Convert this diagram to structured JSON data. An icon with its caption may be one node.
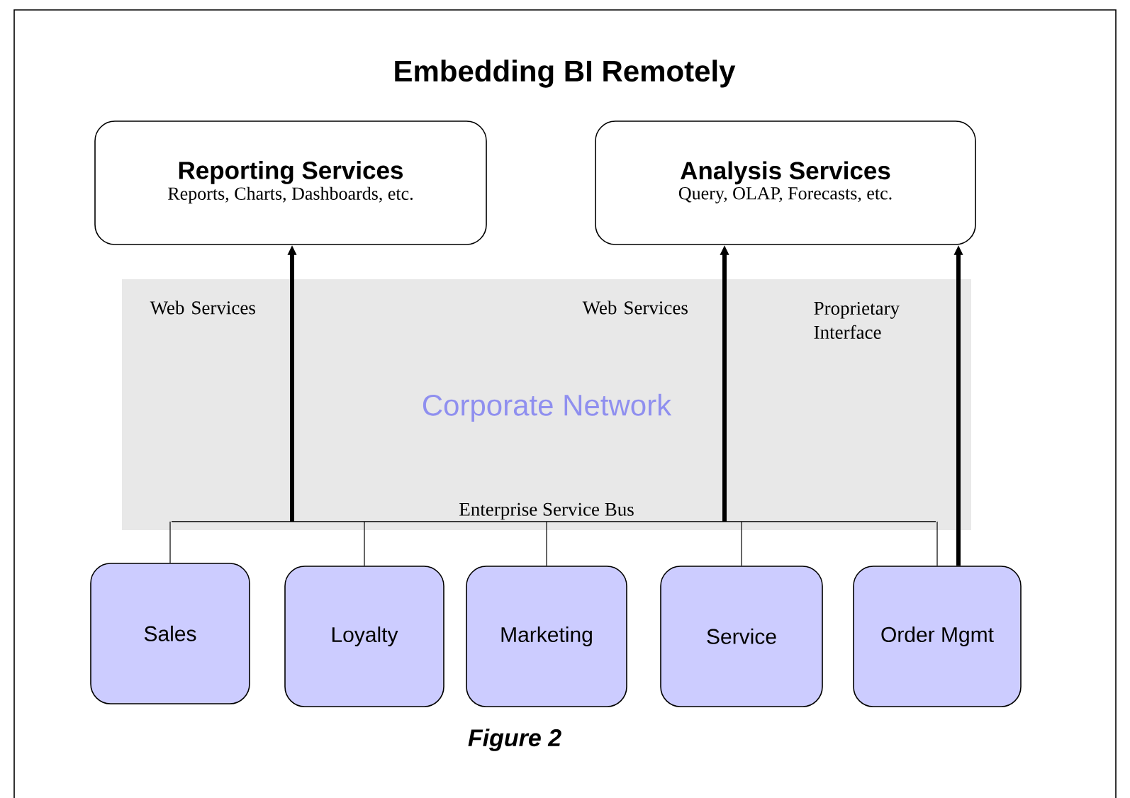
{
  "diagram": {
    "title": "Embedding BI Remotely",
    "caption": "Figure 2",
    "nodes": [
      {
        "text": [
          "Reporting Services",
          "Reports, Charts, Dashboards, etc."
        ]
      },
      {
        "text": [
          "Analysis Services",
          "Query, OLAP, Forecasts, etc."
        ]
      },
      {
        "text": [
          "Corporate Network"
        ]
      },
      {
        "text": [
          "Enterprise Service Bus"
        ],
        "in": 2
      },
      {
        "text": [
          "Sales"
        ]
      },
      {
        "text": [
          "Loyalty"
        ]
      },
      {
        "text": [
          "Marketing"
        ]
      },
      {
        "text": [
          "Service"
        ]
      },
      {
        "text": [
          "Order Mgmt"
        ]
      }
    ],
    "edges": [
      {
        "from": 4,
        "to": 3,
        "arrow": "none"
      },
      {
        "from": 5,
        "to": 3,
        "arrow": "none"
      },
      {
        "from": 6,
        "to": 3,
        "arrow": "none"
      },
      {
        "from": 7,
        "to": 3,
        "arrow": "none"
      },
      {
        "from": 8,
        "to": 3,
        "arrow": "none"
      },
      {
        "from": 3,
        "to": 0,
        "arrow": "to",
        "label": "Web Services",
        "style": "thick"
      },
      {
        "from": 3,
        "to": 1,
        "arrow": "to",
        "label": "Web Services",
        "style": "thick"
      },
      {
        "from": 8,
        "to": 1,
        "arrow": "to",
        "label": "Proprietary Interface",
        "style": "thick"
      }
    ]
  }
}
